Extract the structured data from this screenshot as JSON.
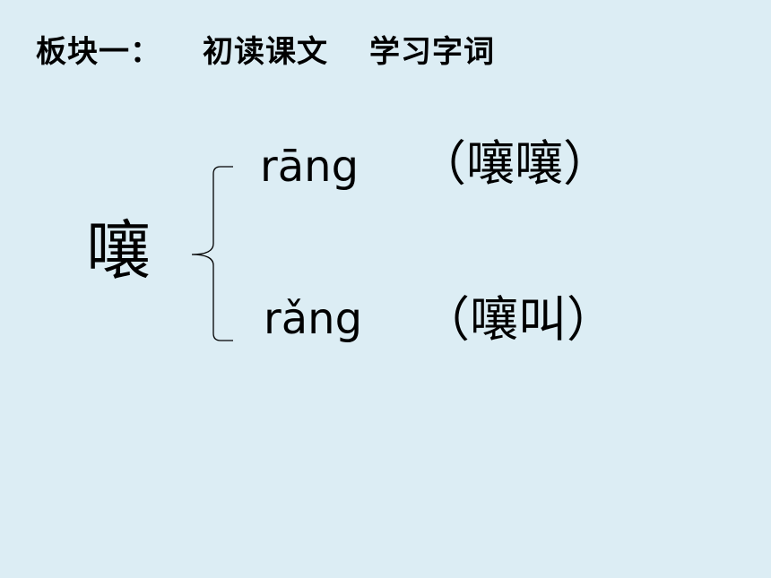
{
  "slide": {
    "title": {
      "section": "板块一：",
      "part1": "初读课文",
      "part2": "学习字词"
    },
    "character": "嚷",
    "readings": [
      {
        "pinyin": "rāng",
        "example": "（嚷嚷）"
      },
      {
        "pinyin": "rǎng",
        "example": "（嚷叫）"
      }
    ]
  },
  "colors": {
    "background": "#dcedf4",
    "text": "#000000"
  }
}
